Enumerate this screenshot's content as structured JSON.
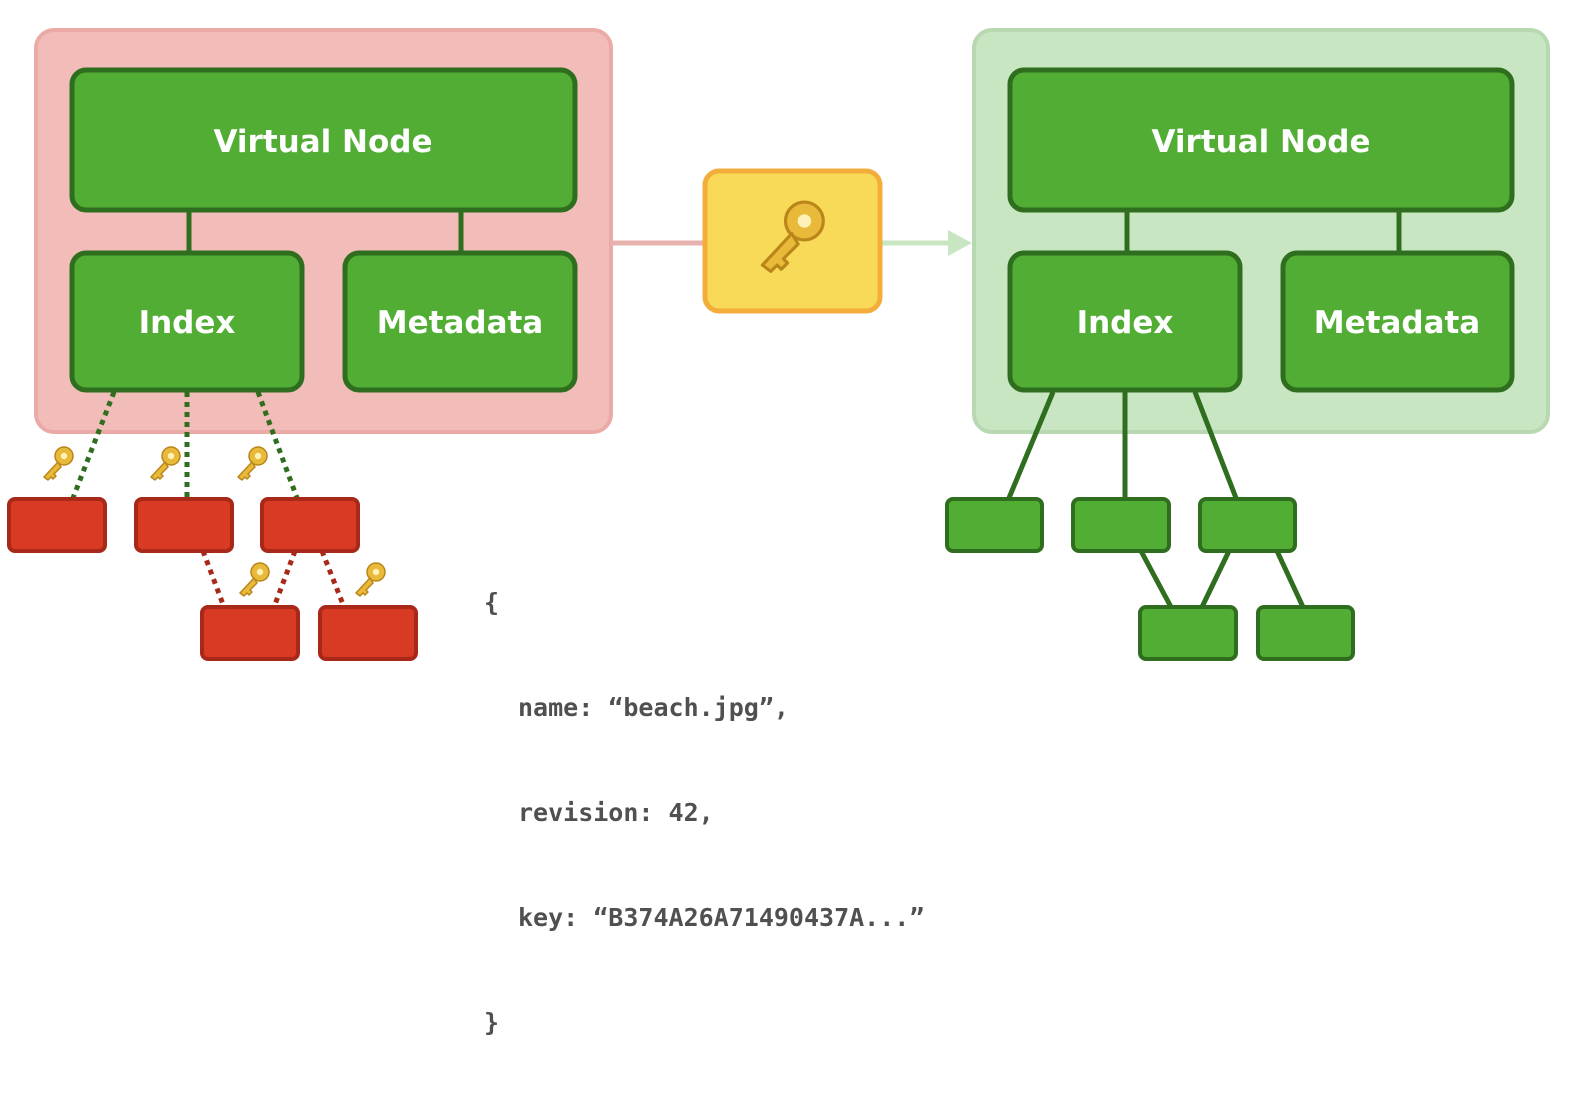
{
  "left_module": {
    "virtual_node_label": "Virtual Node",
    "index_label": "Index",
    "metadata_label": "Metadata"
  },
  "right_module": {
    "virtual_node_label": "Virtual Node",
    "index_label": "Index",
    "metadata_label": "Metadata"
  },
  "center_key": {
    "icon": "key-icon"
  },
  "code_snippet": {
    "open_brace": "{",
    "name_line": "name: “beach.jpg”,",
    "revision_line": "revision: 42,",
    "key_line": "key: “B374A26A71490437A...”",
    "close_brace": "}"
  },
  "colors": {
    "encrypted_container": "#f2bdb9",
    "decrypted_container": "#c8e6c2",
    "node_fill": "#52ad34",
    "node_stroke": "#2f6e1f",
    "encrypted_block": "#d93a24",
    "encrypted_block_stroke": "#a8281a",
    "key_box_fill": "#f8da58",
    "key_box_stroke": "#f3ad3b"
  }
}
